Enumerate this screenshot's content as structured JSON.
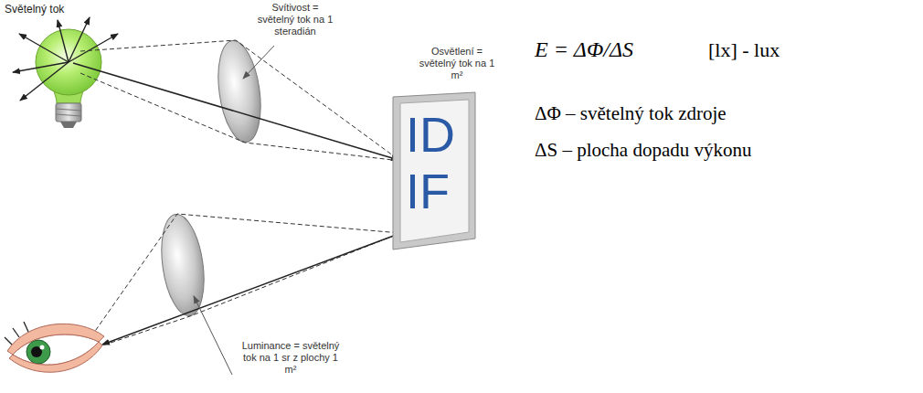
{
  "diagram": {
    "nodes": [
      {
        "text": [
          "ID IF"
        ]
      }
    ],
    "labels": [
      "Světelný tok",
      "Svítivost = světelný tok na 1 steradián",
      "Osvětlení = světelný tok na 1 m²",
      "Luminance = světelný tok na 1 sr z plochy 1 m²",
      "E = ΔΦ/ΔS",
      "[lx] - lux",
      "ΔΦ – světelný tok zdroje",
      "ΔS – plocha dopadu výkonu"
    ]
  }
}
